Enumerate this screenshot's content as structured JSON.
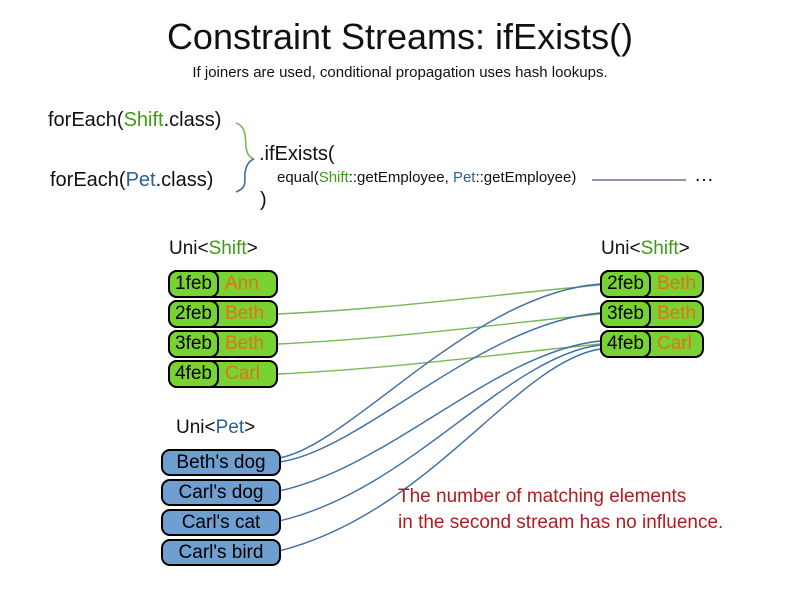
{
  "slide": {
    "title": "Constraint Streams: ifExists()",
    "subtitle": "If joiners are used, conditional propagation uses hash lookups."
  },
  "code": {
    "foreach_shift": {
      "pre": "forEach(",
      "type": "Shift",
      "post": ".class)"
    },
    "foreach_pet": {
      "pre": "forEach(",
      "type": "Pet",
      "post": ".class)"
    },
    "if_exists": ".ifExists(",
    "equal": {
      "pre": "equal(",
      "shift": "Shift",
      "mid": "::getEmployee, ",
      "pet": "Pet",
      "end": "::getEmployee)"
    },
    "ellipsis": "…",
    "close_paren": ")"
  },
  "left_shift_stream": {
    "label": {
      "pre": "Uni<",
      "type": "Shift",
      "post": ">"
    },
    "rows": [
      {
        "date": "1feb",
        "employee": "Ann"
      },
      {
        "date": "2feb",
        "employee": "Beth"
      },
      {
        "date": "3feb",
        "employee": "Beth"
      },
      {
        "date": "4feb",
        "employee": "Carl"
      }
    ]
  },
  "right_shift_stream": {
    "label": {
      "pre": "Uni<",
      "type": "Shift",
      "post": ">"
    },
    "rows": [
      {
        "date": "2feb",
        "employee": "Beth"
      },
      {
        "date": "3feb",
        "employee": "Beth"
      },
      {
        "date": "4feb",
        "employee": "Carl"
      }
    ]
  },
  "pet_stream": {
    "label": {
      "pre": "Uni<",
      "type": "Pet",
      "post": ">"
    },
    "items": [
      "Beth's dog",
      "Carl's dog",
      "Carl's cat",
      "Carl's bird"
    ]
  },
  "note": {
    "line1": "The number of matching elements",
    "line2": "in the second stream has no influence."
  },
  "colors": {
    "shift_green_fill": "#77d232",
    "shift_text_green": "#3f9b14",
    "pet_blue_fill": "#6f9fd0",
    "pet_text_blue": "#2a6099",
    "employee_orange": "#e2711c",
    "note_red": "#b01c1c",
    "green_line": "#7ab857",
    "blue_line": "#3d6ea5",
    "purple_line": "#604a7b"
  }
}
